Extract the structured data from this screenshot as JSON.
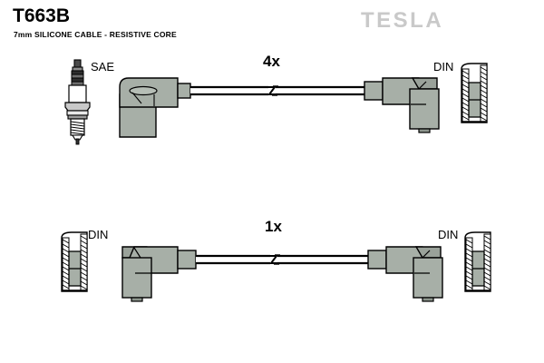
{
  "document": {
    "part_number": "T663B",
    "description": "7mm SILICONE CABLE - RESISTIVE CORE",
    "brand": "TESLA",
    "background_color": "#ffffff",
    "line_color": "#000000",
    "body_fill_color": "#a7afa7",
    "logo_color": "#c9c9c9"
  },
  "rows": [
    {
      "id": "row-1",
      "quantity_label": "4x",
      "left_terminal_label": "SAE",
      "right_terminal_label": "DIN",
      "left_connector": "right-angle-plug-boot",
      "right_connector": "right-angle-coil-boot",
      "cable_break": true
    },
    {
      "id": "row-2",
      "quantity_label": "1x",
      "left_terminal_label": "DIN",
      "right_terminal_label": "DIN",
      "left_connector": "right-angle-coil-boot",
      "right_connector": "right-angle-coil-boot",
      "cable_break": true
    }
  ],
  "icons": {
    "spark_plug": "spark-plug-icon",
    "din_terminal": "din-terminal-icon",
    "cable_break": "cable-break-icon"
  }
}
